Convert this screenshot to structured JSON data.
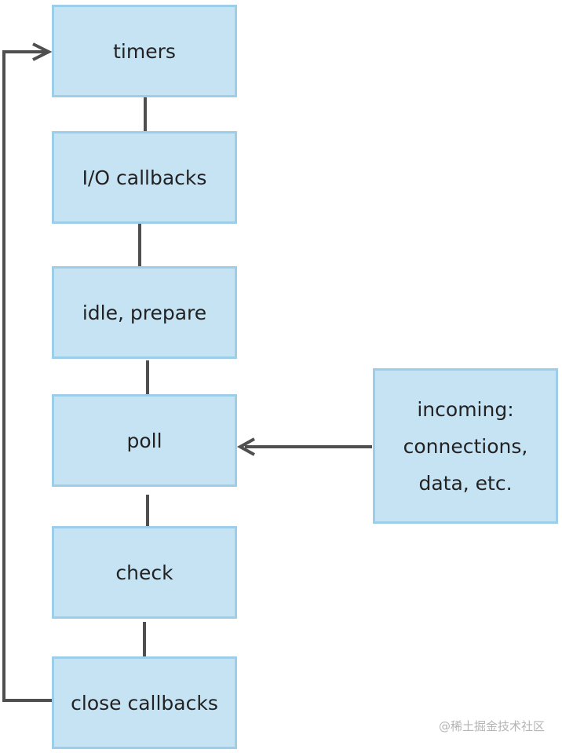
{
  "nodes": {
    "timers": "timers",
    "io_callbacks": "I/O callbacks",
    "idle_prepare": "idle, prepare",
    "poll": "poll",
    "check": "check",
    "close_callbacks": "close callbacks",
    "incoming_line1": "incoming:",
    "incoming_line2": "connections,",
    "incoming_line3": "data, etc."
  },
  "watermark": "@稀土掘金技术社区",
  "colors": {
    "box_fill": "#c6e3f4",
    "box_border": "#9ccde9",
    "connector": "#4f4f4f",
    "text": "#222222"
  }
}
